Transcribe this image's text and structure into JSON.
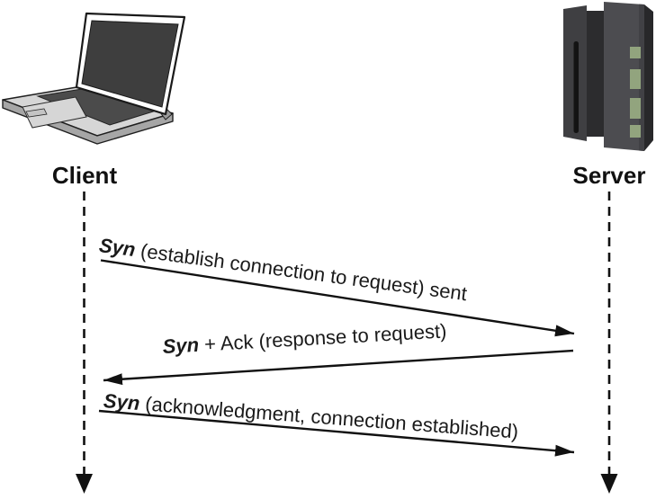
{
  "actors": {
    "client": {
      "label": "Client",
      "icon": "laptop-icon"
    },
    "server": {
      "label": "Server",
      "icon": "server-icon"
    }
  },
  "messages": [
    {
      "keyword": "Syn",
      "rest": " (establish connection to request) sent",
      "from": "client",
      "to": "server",
      "direction": "right"
    },
    {
      "keyword": "Syn",
      "rest": " + Ack (response to request)",
      "from": "server",
      "to": "client",
      "direction": "left"
    },
    {
      "keyword": "Syn",
      "rest": " (acknowledgment, connection established)",
      "from": "client",
      "to": "server",
      "direction": "right"
    }
  ],
  "colors": {
    "text": "#1a1a1a",
    "line": "#111111",
    "led_green": "#92a47e",
    "laptop_screen": "#3e3e3e",
    "laptop_body": "#d6d6d6",
    "laptop_keyboard": "#4b4b4b",
    "laptop_skirt": "#a6a6a6",
    "server_front": "#4c4c50",
    "server_left": "#3f3f42",
    "server_back": "#2c2c2e",
    "server_side": "#28282a"
  }
}
